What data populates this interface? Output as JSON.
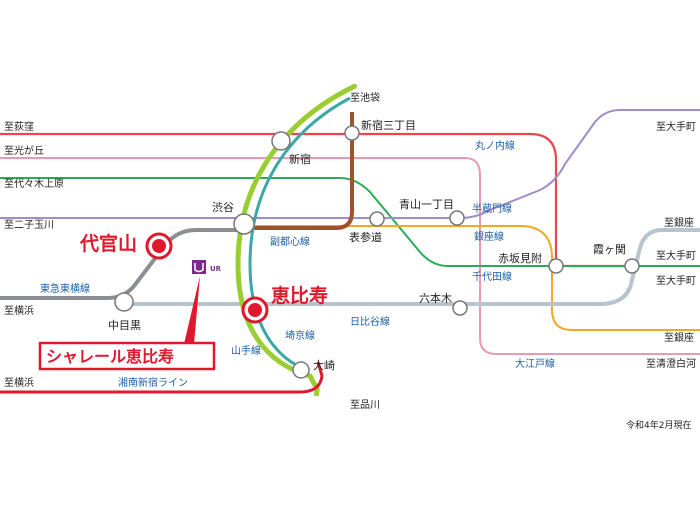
{
  "colors": {
    "marunouchi": "#e8474d",
    "inokashira": "#e89ab4",
    "chiyoda": "#2cab5a",
    "hanzomon": "#a28cc8",
    "ginza": "#f3a72a",
    "fukutoshin": "#a0522d",
    "yamanote": "#9acd32",
    "saikyo": "#3aa8a4",
    "hibiya": "#b7c4cc",
    "toyoko": "#8a8d91",
    "shonan": "#e0182d",
    "accent_red": "#e0182d",
    "line_label": "#1a5fa8",
    "text": "#222222"
  },
  "terminals": {
    "ogikubo": "至荻窪",
    "hikarigaoka": "至光が丘",
    "yoyogiuehara": "至代々木上原",
    "futakotamagawa": "至二子玉川",
    "yokohama_toyoko": "至横浜",
    "yokohama_shonan": "至横浜",
    "ikebukuro": "至池袋",
    "shinagawa": "至品川",
    "otemachi_1": "至大手町",
    "otemachi_2": "至大手町",
    "otemachi_3": "至大手町",
    "ginza_1": "至銀座",
    "ginza_2": "至銀座",
    "kiyosumi": "至清澄白河"
  },
  "stations": {
    "shinjuku": "新宿",
    "shinjuku_sanchome": "新宿三丁目",
    "shibuya": "渋谷",
    "omotesando": "表参道",
    "aoyama_itchome": "青山一丁目",
    "akasaka_mitsuke": "赤坂見附",
    "kasumigaseki": "霞ヶ関",
    "roppongi": "六本木",
    "nakameguro": "中目黒",
    "osaki": "大崎",
    "daikanyama": "代官山",
    "ebisu": "恵比寿"
  },
  "lines": {
    "marunouchi": "丸ノ内線",
    "hanzomon": "半蔵門線",
    "ginza": "銀座線",
    "chiyoda": "千代田線",
    "fukutoshin": "副都心線",
    "toyoko": "東急東横線",
    "hibiya": "日比谷線",
    "yamanote": "山手線",
    "saikyo": "埼京線",
    "oedo": "大江戸線",
    "shonan": "湘南新宿ライン"
  },
  "property": {
    "name": "シャレール恵比寿",
    "logo_text": "UR"
  },
  "note": "令和4年2月現在"
}
